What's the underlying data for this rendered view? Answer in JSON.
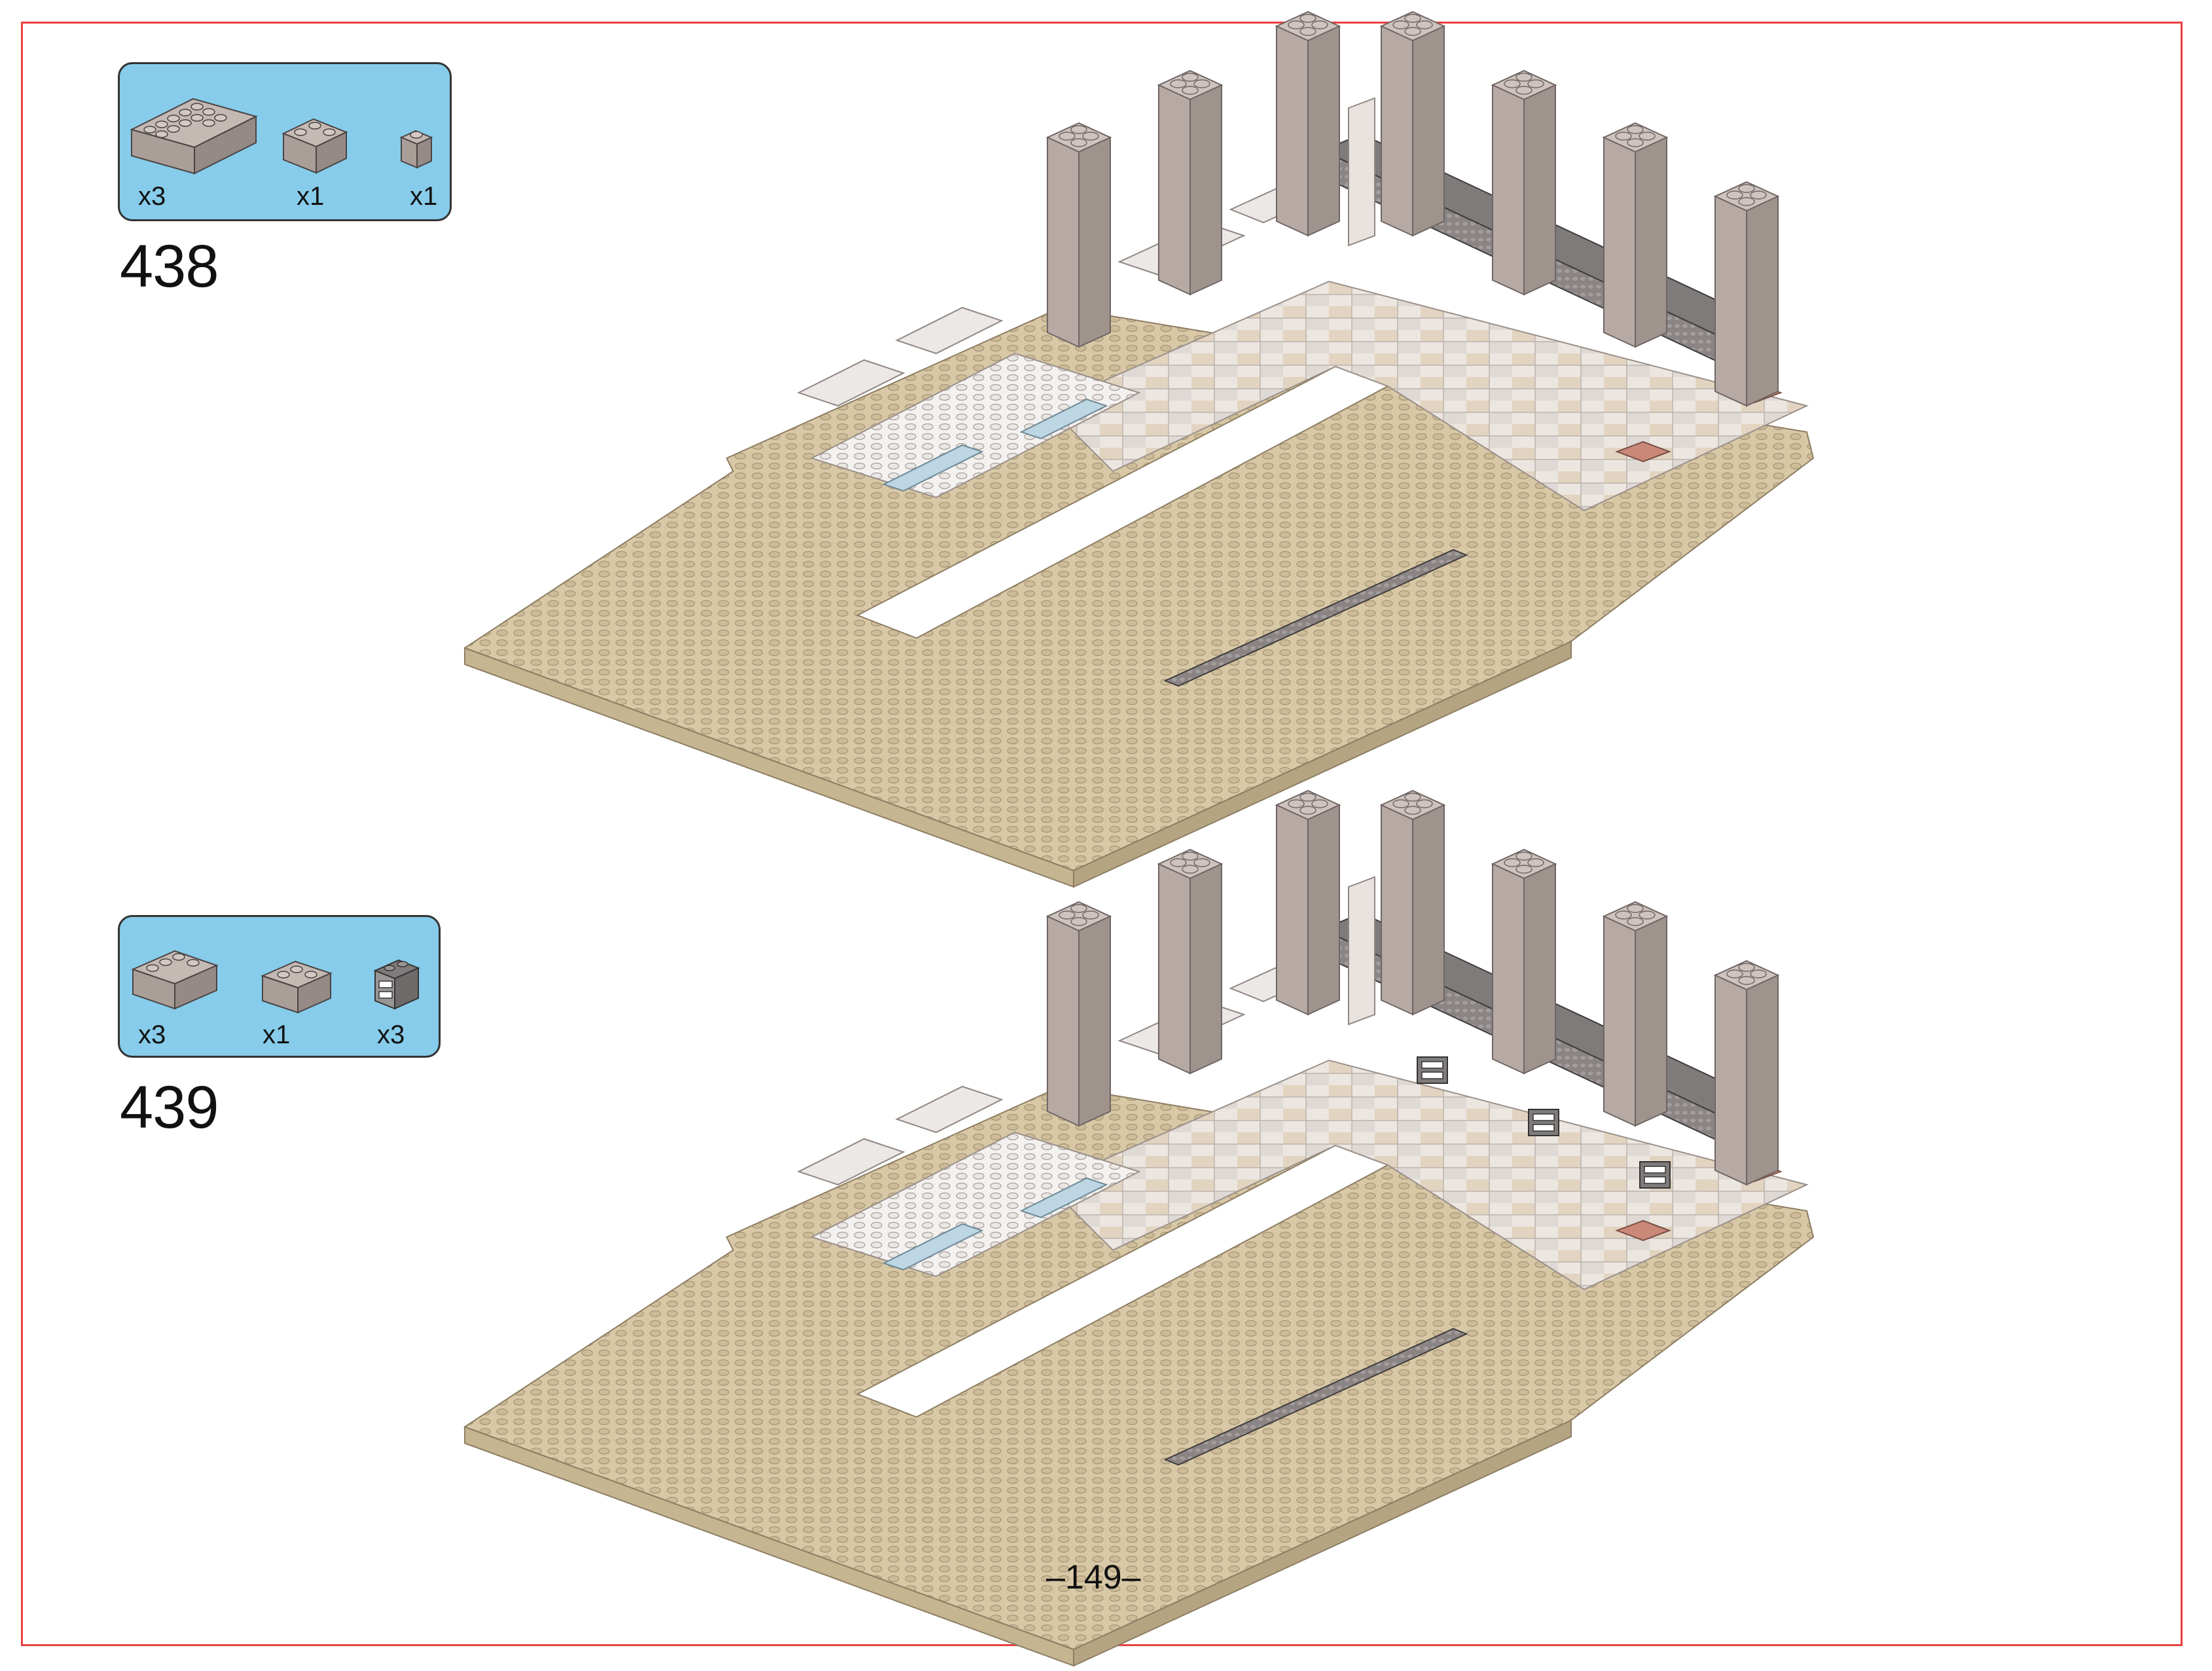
{
  "page_number": "–149–",
  "colors": {
    "frame": "#e8403f",
    "parts_box_bg": "#87ccea",
    "tan_plate": "#d8c8a6",
    "light_gray": "#b9aca7",
    "dark_gray": "#7f7b7a",
    "white_tile": "#f2f0ee",
    "trans_blue": "#bcd7e3",
    "red_brown": "#c98878"
  },
  "steps": [
    {
      "number": "438",
      "parts": [
        {
          "icon": "brick-1x6-light-gray-icon",
          "qty": "x3"
        },
        {
          "icon": "corner-brick-2x2-light-gray-icon",
          "qty": "x1"
        },
        {
          "icon": "brick-1x1-light-gray-icon",
          "qty": "x1"
        }
      ]
    },
    {
      "number": "439",
      "parts": [
        {
          "icon": "brick-1x4-light-gray-icon",
          "qty": "x3"
        },
        {
          "icon": "brick-1x3-light-gray-icon",
          "qty": "x1"
        },
        {
          "icon": "drawer-brick-dark-gray-icon",
          "qty": "x3"
        }
      ]
    }
  ]
}
